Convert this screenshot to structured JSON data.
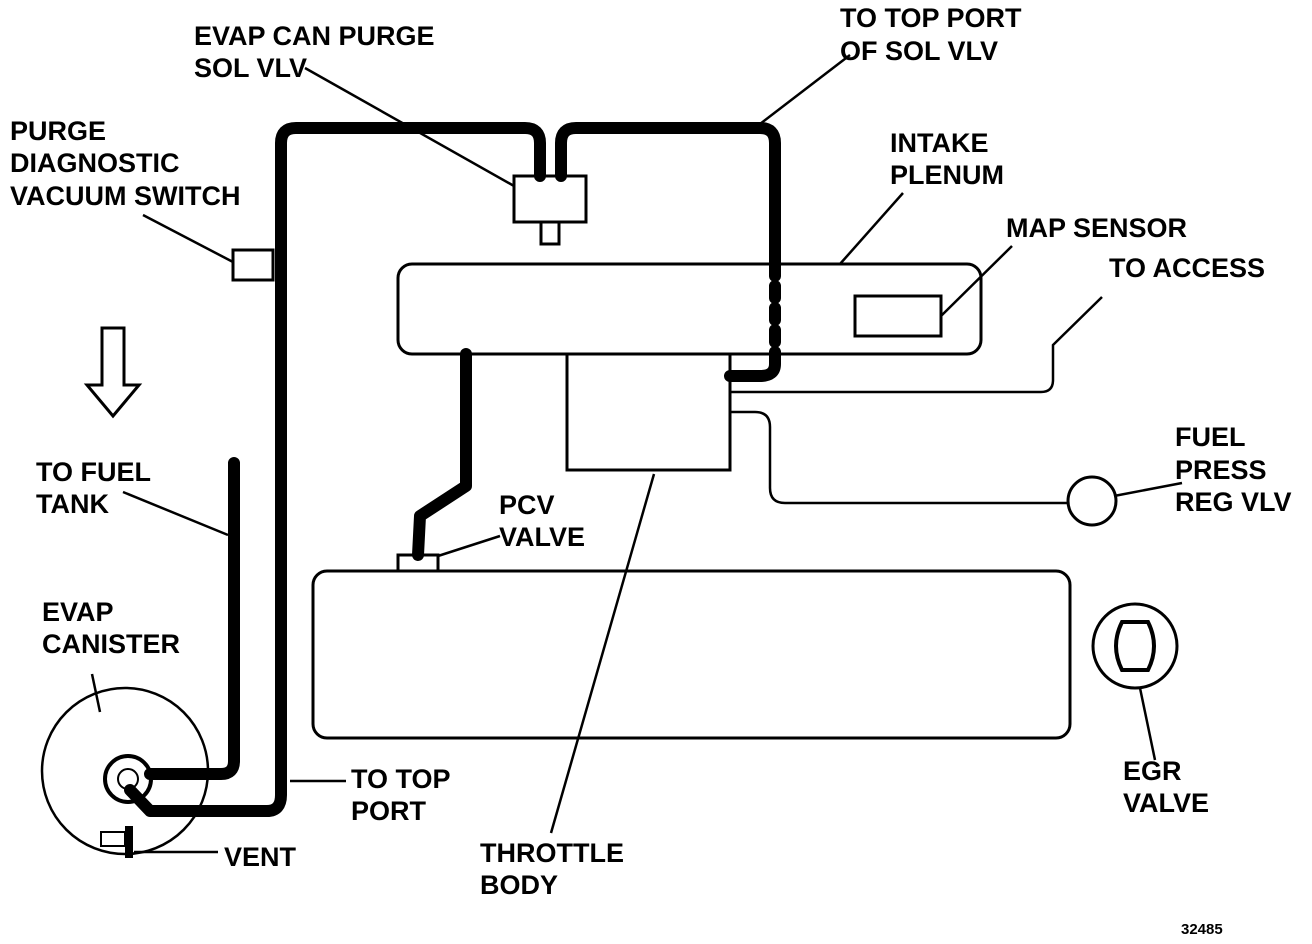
{
  "labels": {
    "evap_can_purge_sol_vlv": [
      "EVAP CAN PURGE",
      "SOL VLV"
    ],
    "to_top_port_of_sol_vlv": [
      "TO TOP PORT",
      "OF SOL VLV"
    ],
    "purge_diagnostic_vacuum_switch": [
      "PURGE",
      "DIAGNOSTIC",
      "VACUUM SWITCH"
    ],
    "intake_plenum": [
      "INTAKE",
      "PLENUM"
    ],
    "map_sensor": "MAP SENSOR",
    "to_access": "TO ACCESS",
    "to_fuel_tank": [
      "TO FUEL",
      "TANK"
    ],
    "fuel_press_reg_vlv": [
      "FUEL",
      "PRESS",
      "REG VLV"
    ],
    "pcv_valve": [
      "PCV",
      "VALVE"
    ],
    "evap_canister": [
      "EVAP",
      "CANISTER"
    ],
    "to_top_port": [
      "TO TOP",
      "PORT"
    ],
    "egr_valve": [
      "EGR",
      "VALVE"
    ],
    "vent": "VENT",
    "throttle_body": [
      "THROTTLE",
      "BODY"
    ]
  },
  "figure_number": "32485",
  "colors": {
    "ink": "#000000",
    "background": "#ffffff"
  },
  "icons": {
    "flow_arrow": "down-arrow-outline-icon"
  }
}
